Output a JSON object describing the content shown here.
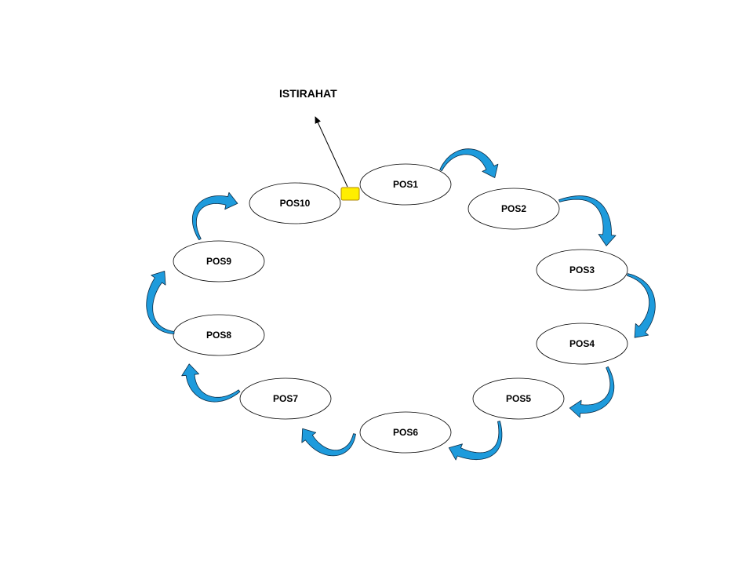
{
  "diagram": {
    "rest_label": "ISTIRAHAT",
    "stations": [
      {
        "id": "pos1",
        "label": "POS1"
      },
      {
        "id": "pos2",
        "label": "POS2"
      },
      {
        "id": "pos3",
        "label": "POS3"
      },
      {
        "id": "pos4",
        "label": "POS4"
      },
      {
        "id": "pos5",
        "label": "POS5"
      },
      {
        "id": "pos6",
        "label": "POS6"
      },
      {
        "id": "pos7",
        "label": "POS7"
      },
      {
        "id": "pos8",
        "label": "POS8"
      },
      {
        "id": "pos9",
        "label": "POS9"
      },
      {
        "id": "pos10",
        "label": "POS10"
      }
    ],
    "colors": {
      "arrow_fill": "#1e9bdc",
      "arrow_stroke": "#0a2a44",
      "marker_fill": "#ffee00",
      "marker_stroke": "#b08800",
      "node_stroke": "#000000"
    }
  }
}
